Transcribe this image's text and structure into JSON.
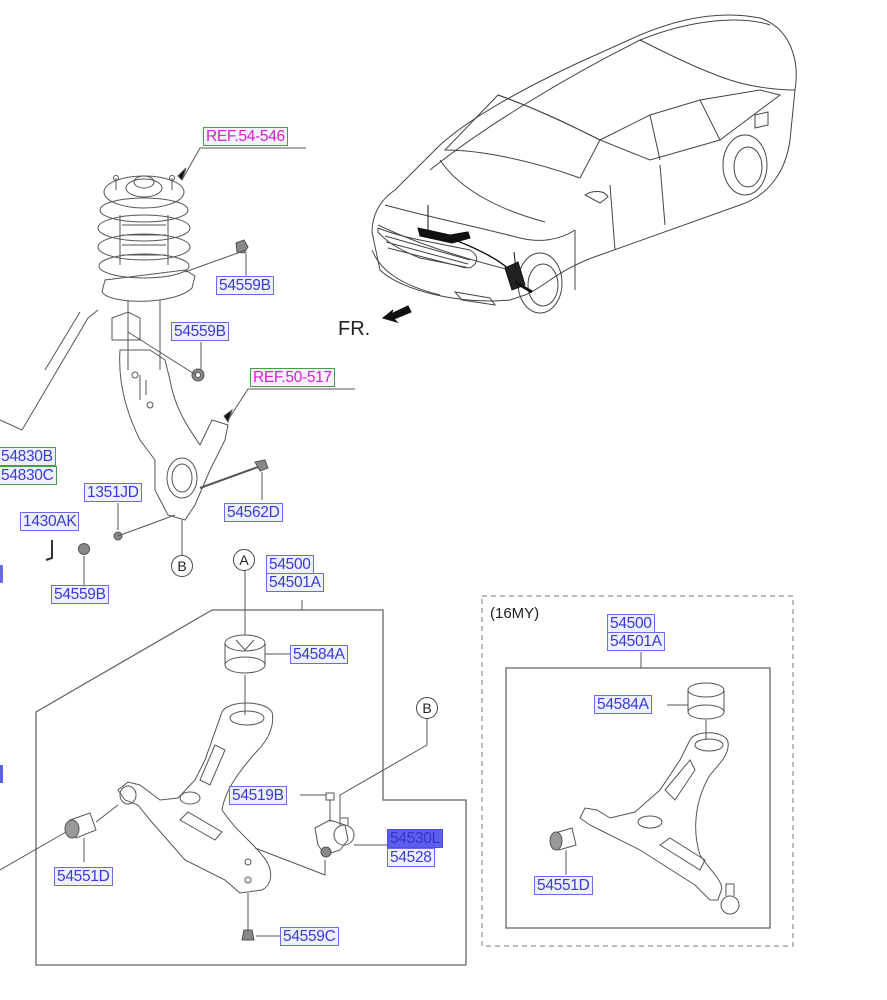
{
  "diagram": {
    "title": "Front suspension lower control arm parts diagram",
    "direction_label": "FR.",
    "variant_label": "(16MY)",
    "references": [
      {
        "id": "ref-54-546",
        "text": "REF.54-546"
      },
      {
        "id": "ref-50-517",
        "text": "REF.50-517"
      }
    ],
    "callouts": [
      {
        "id": "callout-a",
        "text": "A"
      },
      {
        "id": "callout-b-knuckle",
        "text": "B"
      },
      {
        "id": "callout-b-balljoint",
        "text": "B"
      }
    ],
    "part_labels": {
      "p54559B_top": "54559B",
      "p54559B_mid": "54559B",
      "p54830B": "54830B",
      "p54830C": "54830C",
      "p1351JD": "1351JD",
      "p1430AK": "1430AK",
      "p54562D": "54562D",
      "p54559B_low": "54559B",
      "p54500": "54500",
      "p54501A": "54501A",
      "p54584A": "54584A",
      "p54519B": "54519B",
      "p54530L": "54530L",
      "p54528": "54528",
      "p54551D": "54551D",
      "p54559C": "54559C",
      "alt_54500": "54500",
      "alt_54501A": "54501A",
      "alt_54584A": "54584A",
      "alt_54551D": "54551D"
    },
    "selected_part": "54530L",
    "colors": {
      "label_text": "#3a3ad6",
      "label_border": "#6b6bea",
      "label_selected_bg": "#5d5df0",
      "ref_text": "#d81ed8",
      "ref_border": "#4a9a4a",
      "line": "#555555"
    }
  }
}
